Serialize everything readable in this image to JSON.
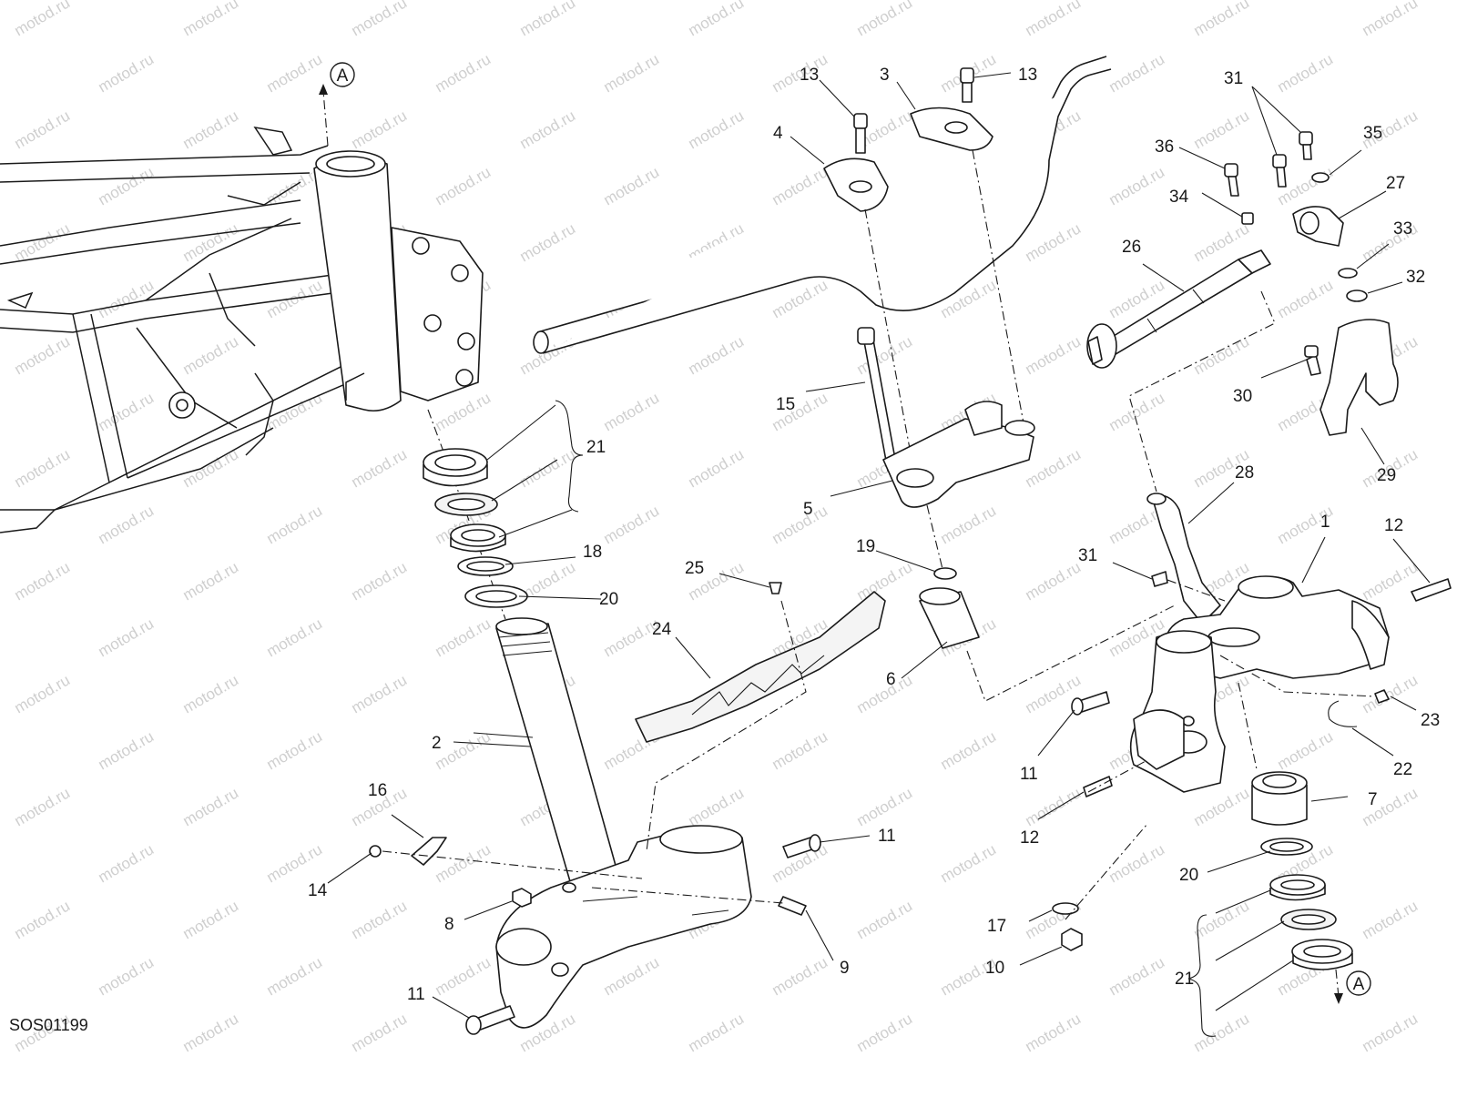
{
  "diagram": {
    "code": "SOS01199",
    "watermark": "motod.ru",
    "reference_label": "A",
    "callouts": {
      "p1": "1",
      "p2": "2",
      "p3": "3",
      "p4": "4",
      "p5": "5",
      "p6": "6",
      "p7": "7",
      "p8": "8",
      "p9": "9",
      "p10": "10",
      "p11a": "11",
      "p11b": "11",
      "p11c": "11",
      "p12a": "12",
      "p12b": "12",
      "p13a": "13",
      "p13b": "13",
      "p14": "14",
      "p15": "15",
      "p16": "16",
      "p17": "17",
      "p18": "18",
      "p19": "19",
      "p20a": "20",
      "p20b": "20",
      "p21a": "21",
      "p21b": "21",
      "p22": "22",
      "p23": "23",
      "p24": "24",
      "p25": "25",
      "p26": "26",
      "p27": "27",
      "p28": "28",
      "p29": "29",
      "p30": "30",
      "p31a": "31",
      "p31b": "31",
      "p32": "32",
      "p33": "33",
      "p34": "34",
      "p35": "35",
      "p36": "36"
    }
  }
}
